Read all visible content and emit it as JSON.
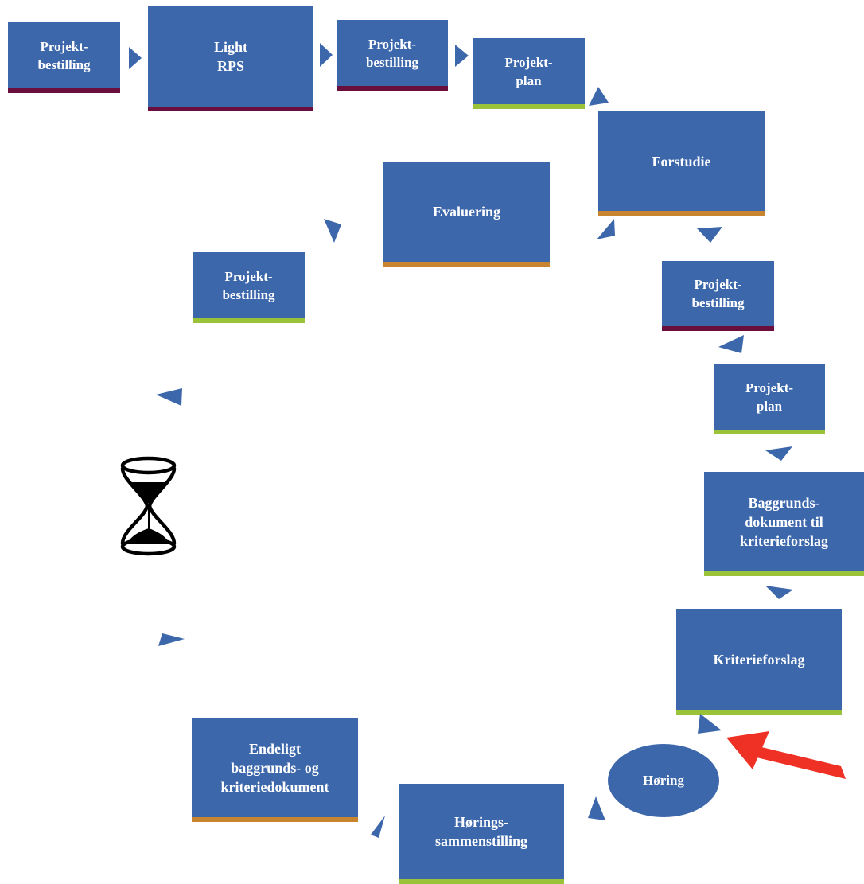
{
  "boxes": {
    "b1": "Projekt-\nbestilling",
    "b2": "Light\nRPS",
    "b3": "Projekt-\nbestilling",
    "b4": "Projekt-\nplan",
    "b5": "Forstudie",
    "b6": "Projekt-\nbestilling",
    "b7": "Projekt-\nplan",
    "b8": "Baggrunds-\ndokument til\nkriterieforslag",
    "b9": "Kriterieforslag",
    "ellipse": "Høring",
    "b10": "Hørings-\nsammenstilling",
    "b11": "Endeligt\nbaggrunds- og\nkriteriedokument",
    "b12": "Projekt-\nbestilling",
    "b13": "Evaluering"
  },
  "colors": {
    "box_fill": "#3d67ab",
    "bar_maroon": "#6a0f3d",
    "bar_green": "#9ac33a",
    "bar_orange": "#c8842e",
    "pointer_arrow": "#ee3124"
  },
  "icons": [
    "hourglass-icon",
    "red-pointer-arrow"
  ]
}
